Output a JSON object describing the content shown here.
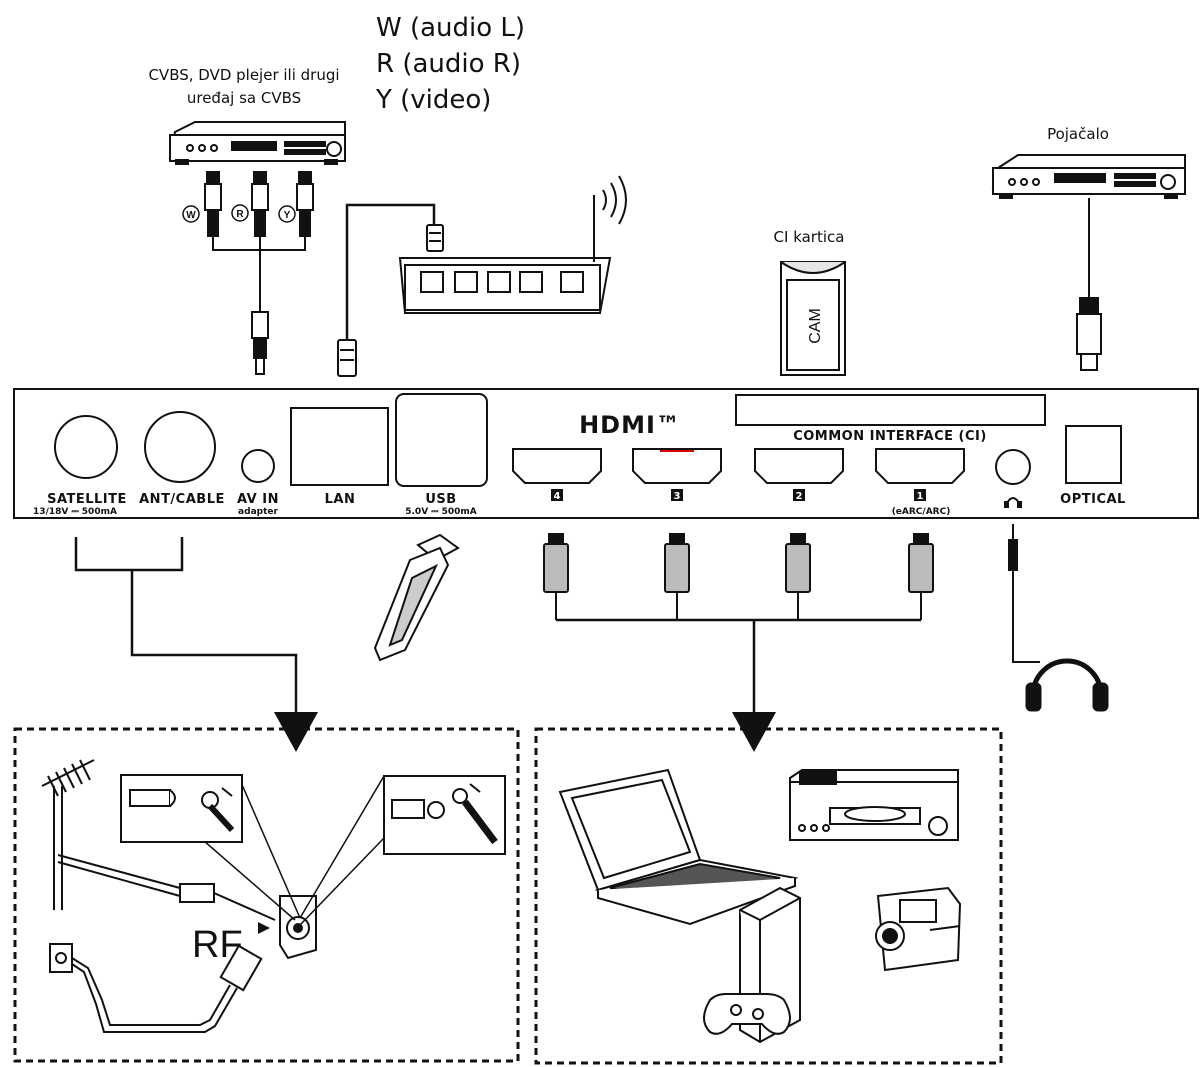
{
  "legend": {
    "line1": "W (audio L)",
    "line2": "R (audio R)",
    "line3": "Y (video)"
  },
  "devices": {
    "cvbs_line1": "CVBS, DVD plejer ili drugi",
    "cvbs_line2": "uređaj sa CVBS",
    "amplifier": "Pojačalo",
    "ci_card": "CI kartica",
    "cam": "CAM"
  },
  "plugs": {
    "w": "W",
    "r": "R",
    "y": "Y"
  },
  "panel": {
    "hdmi_logo": "HDMI™",
    "common_interface": "COMMON INTERFACE (CI)",
    "satellite": "SATELLITE",
    "satellite_sub": "13/18V ⎓ 500mA",
    "ant_cable": "ANT/CABLE",
    "av_in": "AV IN",
    "av_in_sub": "adapter",
    "lan": "LAN",
    "usb": "USB",
    "usb_sub": "5.0V ⎓ 500mA",
    "hdmi4": "4",
    "hdmi3": "3",
    "hdmi2": "2",
    "hdmi1": "1",
    "hdmi1_sub": "(eARC/ARC)",
    "optical": "OPTICAL"
  },
  "rf": {
    "label": "RF"
  },
  "icons": [
    "router-icon",
    "dvd-player-icon",
    "amplifier-icon",
    "ci-card-icon",
    "usb-stick-icon",
    "headphones-icon",
    "antenna-icon",
    "laptop-icon",
    "game-console-icon",
    "camcorder-icon",
    "blu-ray-player-icon"
  ]
}
